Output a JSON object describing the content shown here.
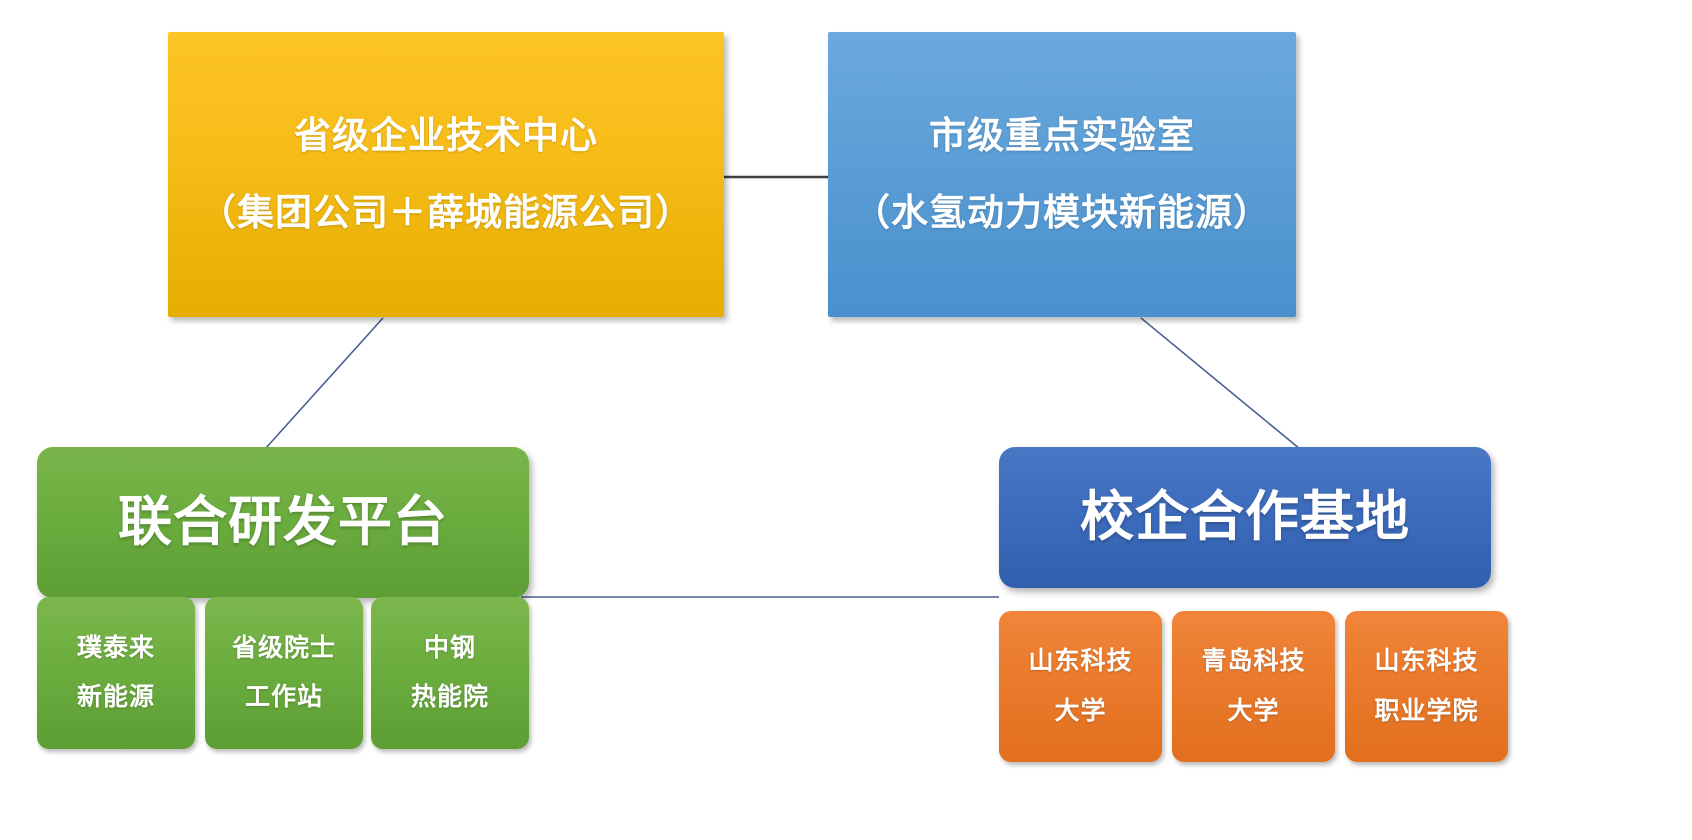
{
  "diagram": {
    "title_nodes": {
      "provincial_center": {
        "line1": "省级企业技术中心",
        "line2": "（集团公司＋薛城能源公司）"
      },
      "city_lab": {
        "line1": "市级重点实验室",
        "line2": "（水氢动力模块新能源）"
      }
    },
    "platform_nodes": {
      "joint_rd": {
        "label": "联合研发平台"
      },
      "school_base": {
        "label": "校企合作基地"
      }
    },
    "joint_rd_partners": [
      {
        "line1": "璞泰来",
        "line2": "新能源"
      },
      {
        "line1": "省级院士",
        "line2": "工作站"
      },
      {
        "line1": "中钢",
        "line2": "热能院"
      }
    ],
    "school_base_partners": [
      {
        "line1": "山东科技",
        "line2": "大学"
      },
      {
        "line1": "青岛科技",
        "line2": "大学"
      },
      {
        "line1": "山东科技",
        "line2": "职业学院"
      }
    ],
    "colors": {
      "provincial_center": "#f7bd19",
      "city_lab": "#5d9fd6",
      "joint_rd": "#6cad3f",
      "school_base": "#3d6cbd",
      "partner_green": "#6cad3f",
      "partner_orange": "#ea7a2c",
      "connector_dark": "#3f3f3f",
      "connector_blue": "#4a5f93",
      "background": "#ffffff"
    }
  }
}
